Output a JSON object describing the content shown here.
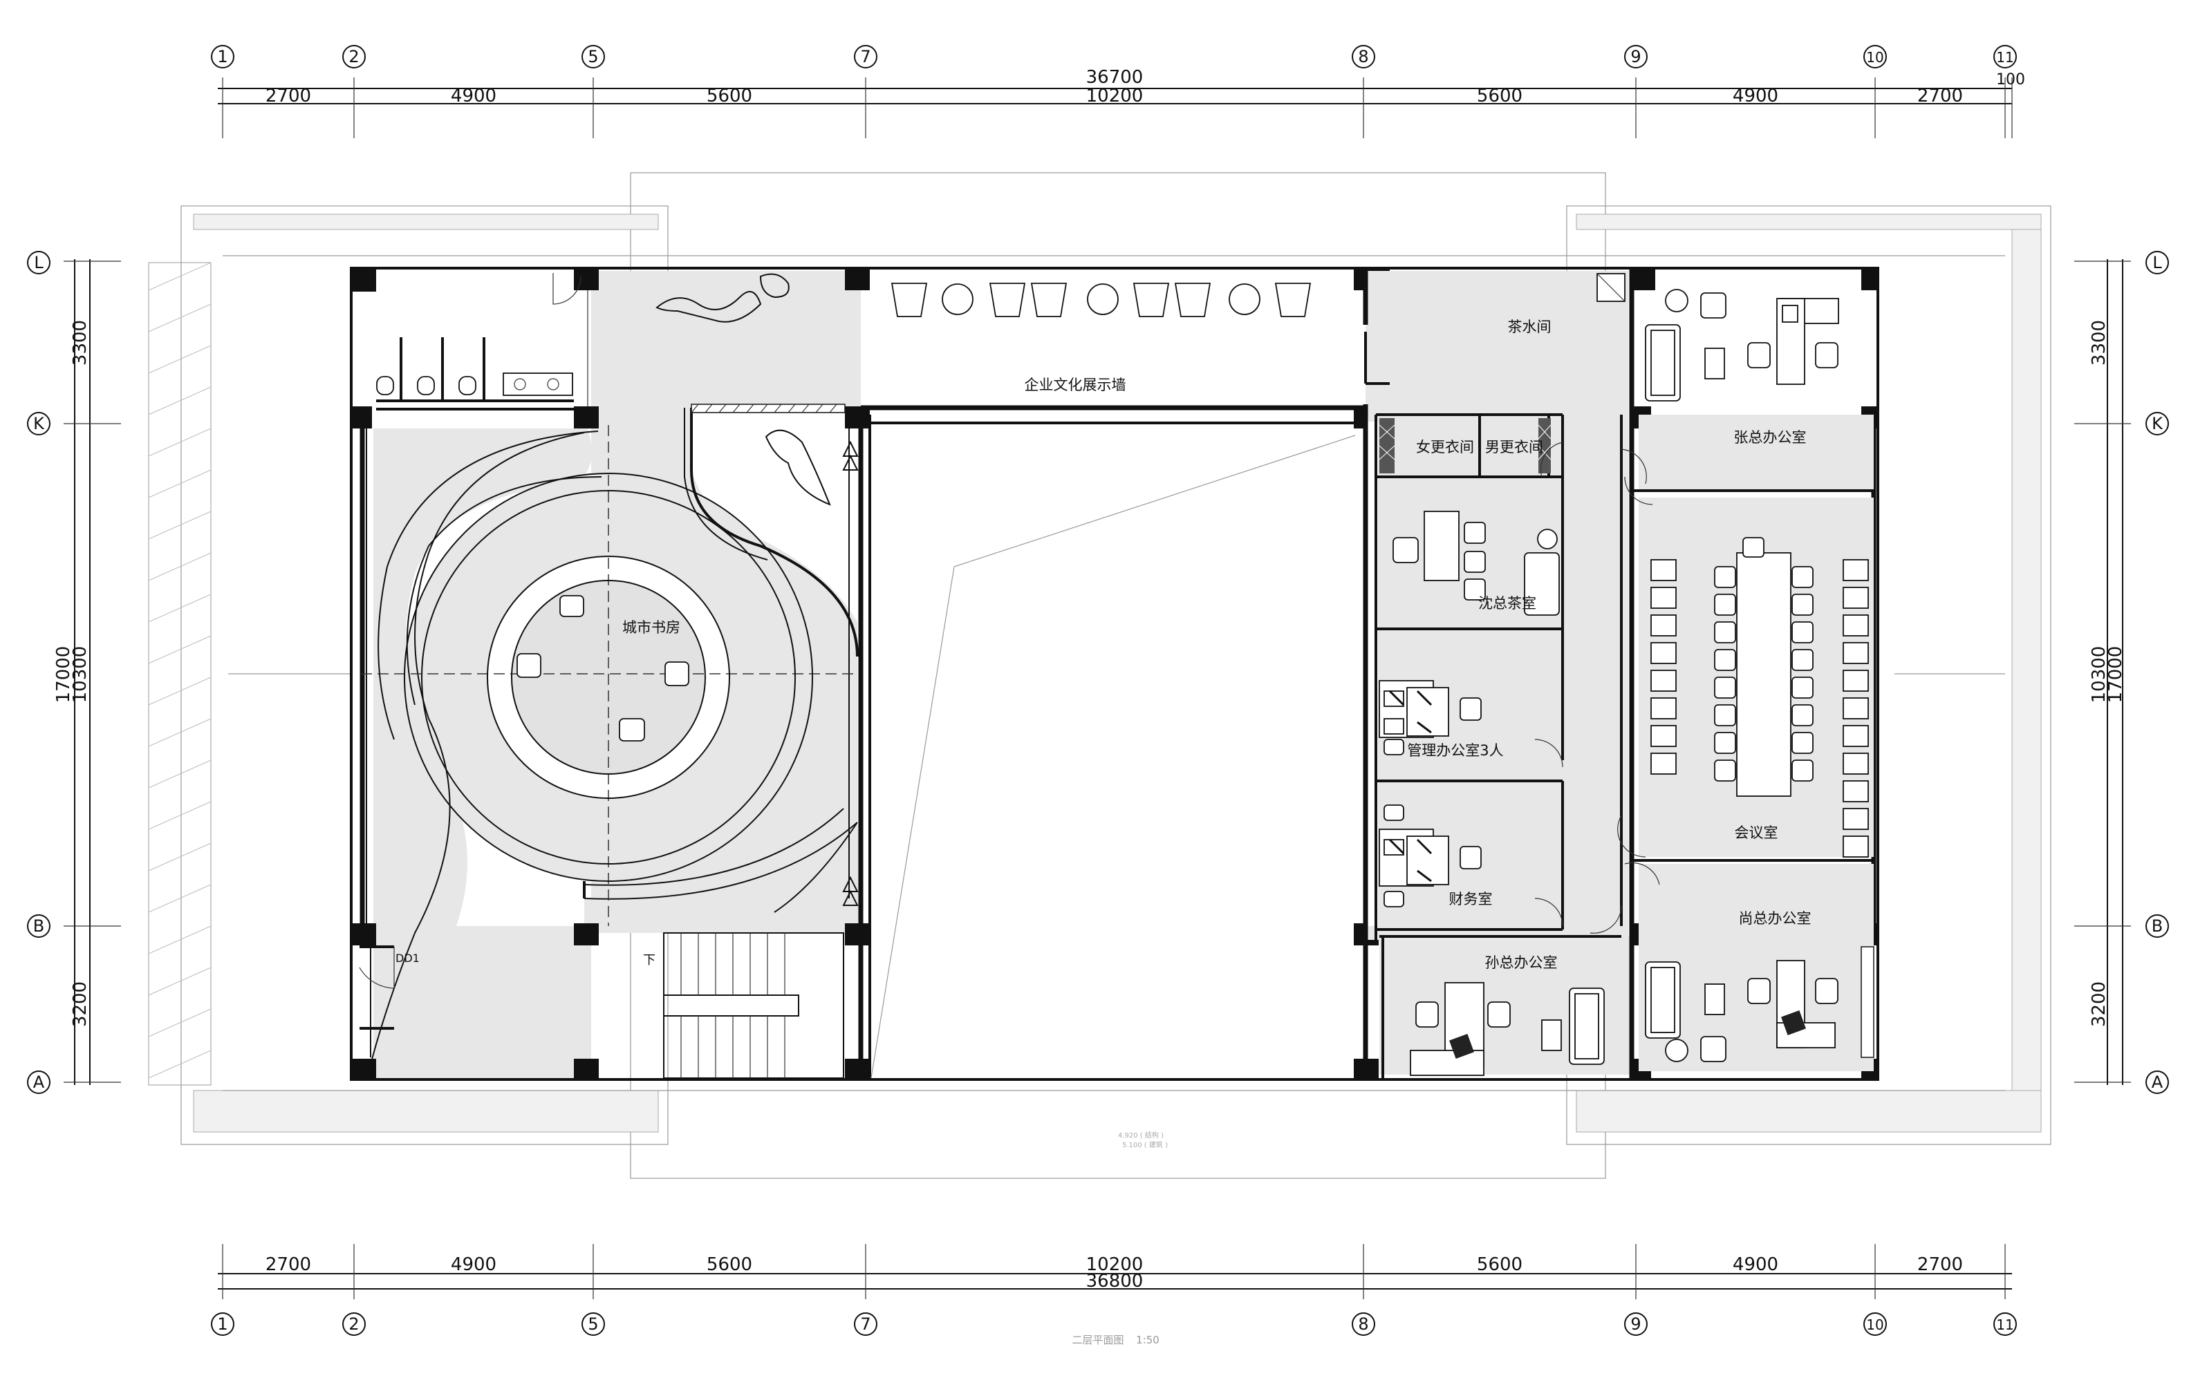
{
  "axes": {
    "top": [
      "1",
      "2",
      "5",
      "7",
      "8",
      "9",
      "10",
      "11"
    ],
    "bottom": [
      "1",
      "2",
      "5",
      "7",
      "8",
      "9",
      "10",
      "11"
    ],
    "left": [
      "L",
      "K",
      "B",
      "A"
    ],
    "right": [
      "L",
      "K",
      "B",
      "A"
    ]
  },
  "dimensions": {
    "top_total": "36700",
    "top_extra": "100",
    "top_center": "10200",
    "top_segments": [
      "2700",
      "4900",
      "5600",
      "5600",
      "4900",
      "2700"
    ],
    "bottom_total": "36800",
    "bottom_segments": [
      "2700",
      "4900",
      "5600",
      "10200",
      "5600",
      "4900",
      "2700"
    ],
    "left_total": "17000",
    "left_middle": "10300",
    "left_segments": [
      "3300",
      "3200"
    ],
    "right_total": "17000",
    "right_middle": "10300",
    "right_segments": [
      "3300",
      "3200"
    ]
  },
  "rooms": {
    "culture_wall": "企业文化展示墙",
    "tea_room": "茶水间",
    "zhang_office": "张总办公室",
    "women_locker": "女更衣间",
    "men_locker": "男更衣间",
    "shen_tea_room": "沈总茶室",
    "city_library": "城市书房",
    "management_office": "管理办公室3人",
    "meeting_room": "会议室",
    "finance_room": "财务室",
    "shang_office": "尚总办公室",
    "sun_office": "孙总办公室",
    "stair_down": "下",
    "door_tag": "DD1"
  },
  "notes": {
    "elevation_1": "4.920 ( 结构 )",
    "elevation_2": "5.100 ( 建筑 )",
    "drawing_title": "二层平面图",
    "drawing_scale": "1:50"
  }
}
